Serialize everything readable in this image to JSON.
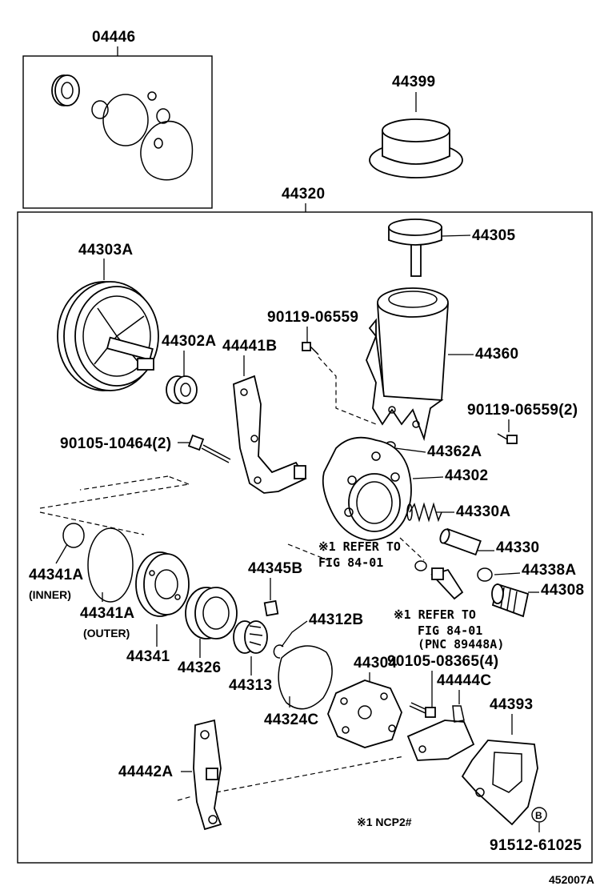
{
  "diagram": {
    "labels": {
      "kit": "04446",
      "cap_cover": "44399",
      "pump_assy": "44320",
      "pulley": "44303A",
      "bearing": "44302A",
      "bracket_upper": "44441B",
      "bolt_top": "90119-06559",
      "reservoir": "44360",
      "reservoir_cap": "44305",
      "bolt_right": "90119-06559(2)",
      "bolt_left": "90105-10464(2)",
      "oring_362": "44362A",
      "housing": "44302",
      "spring": "44330A",
      "valve": "44330",
      "oring_338": "44338A",
      "fitting": "44308",
      "oring_inner": "44341A",
      "oring_inner_sub": "(INNER)",
      "oring_outer": "44341A",
      "oring_outer_sub": "(OUTER)",
      "plate_341": "44341",
      "ring_326": "44326",
      "rotor": "44313",
      "pin": "44345B",
      "snap_ring": "44312B",
      "gasket": "44324C",
      "cover_plate": "44304",
      "bolt_cover": "90105-08365(4)",
      "clip": "44444C",
      "bracket_lower": "44442A",
      "stay": "44393",
      "bolt_bottom": "91512-61025",
      "code": "452007A"
    },
    "notes": {
      "ref1_line1": "※1 REFER TO",
      "ref1_line2": "FIG 84-01",
      "ref2_line1": "※1 REFER TO",
      "ref2_line2": "FIG 84-01",
      "ref2_line3": "(PNC 89448A)",
      "ncp": "※1 NCP2#",
      "b_marker": "B"
    }
  }
}
